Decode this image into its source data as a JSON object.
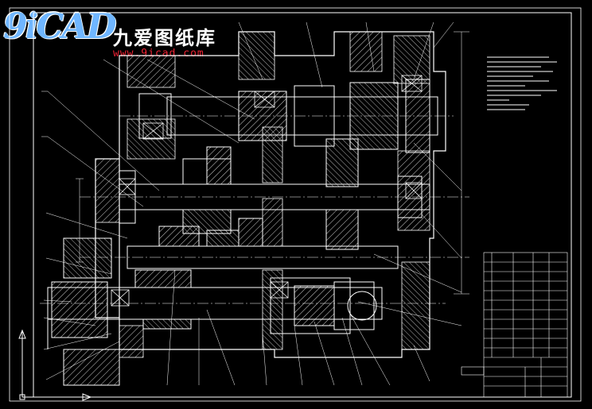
{
  "watermark": {
    "logo": "9iCAD",
    "name_cn": "九爱图纸库",
    "url": "www.9icad.com"
  },
  "drawing": {
    "type": "mechanical gearbox assembly section",
    "colors": {
      "background": "#000000",
      "outline": "#ffffff",
      "centerline": "#ffffff",
      "hatch": "#ffffff"
    }
  }
}
